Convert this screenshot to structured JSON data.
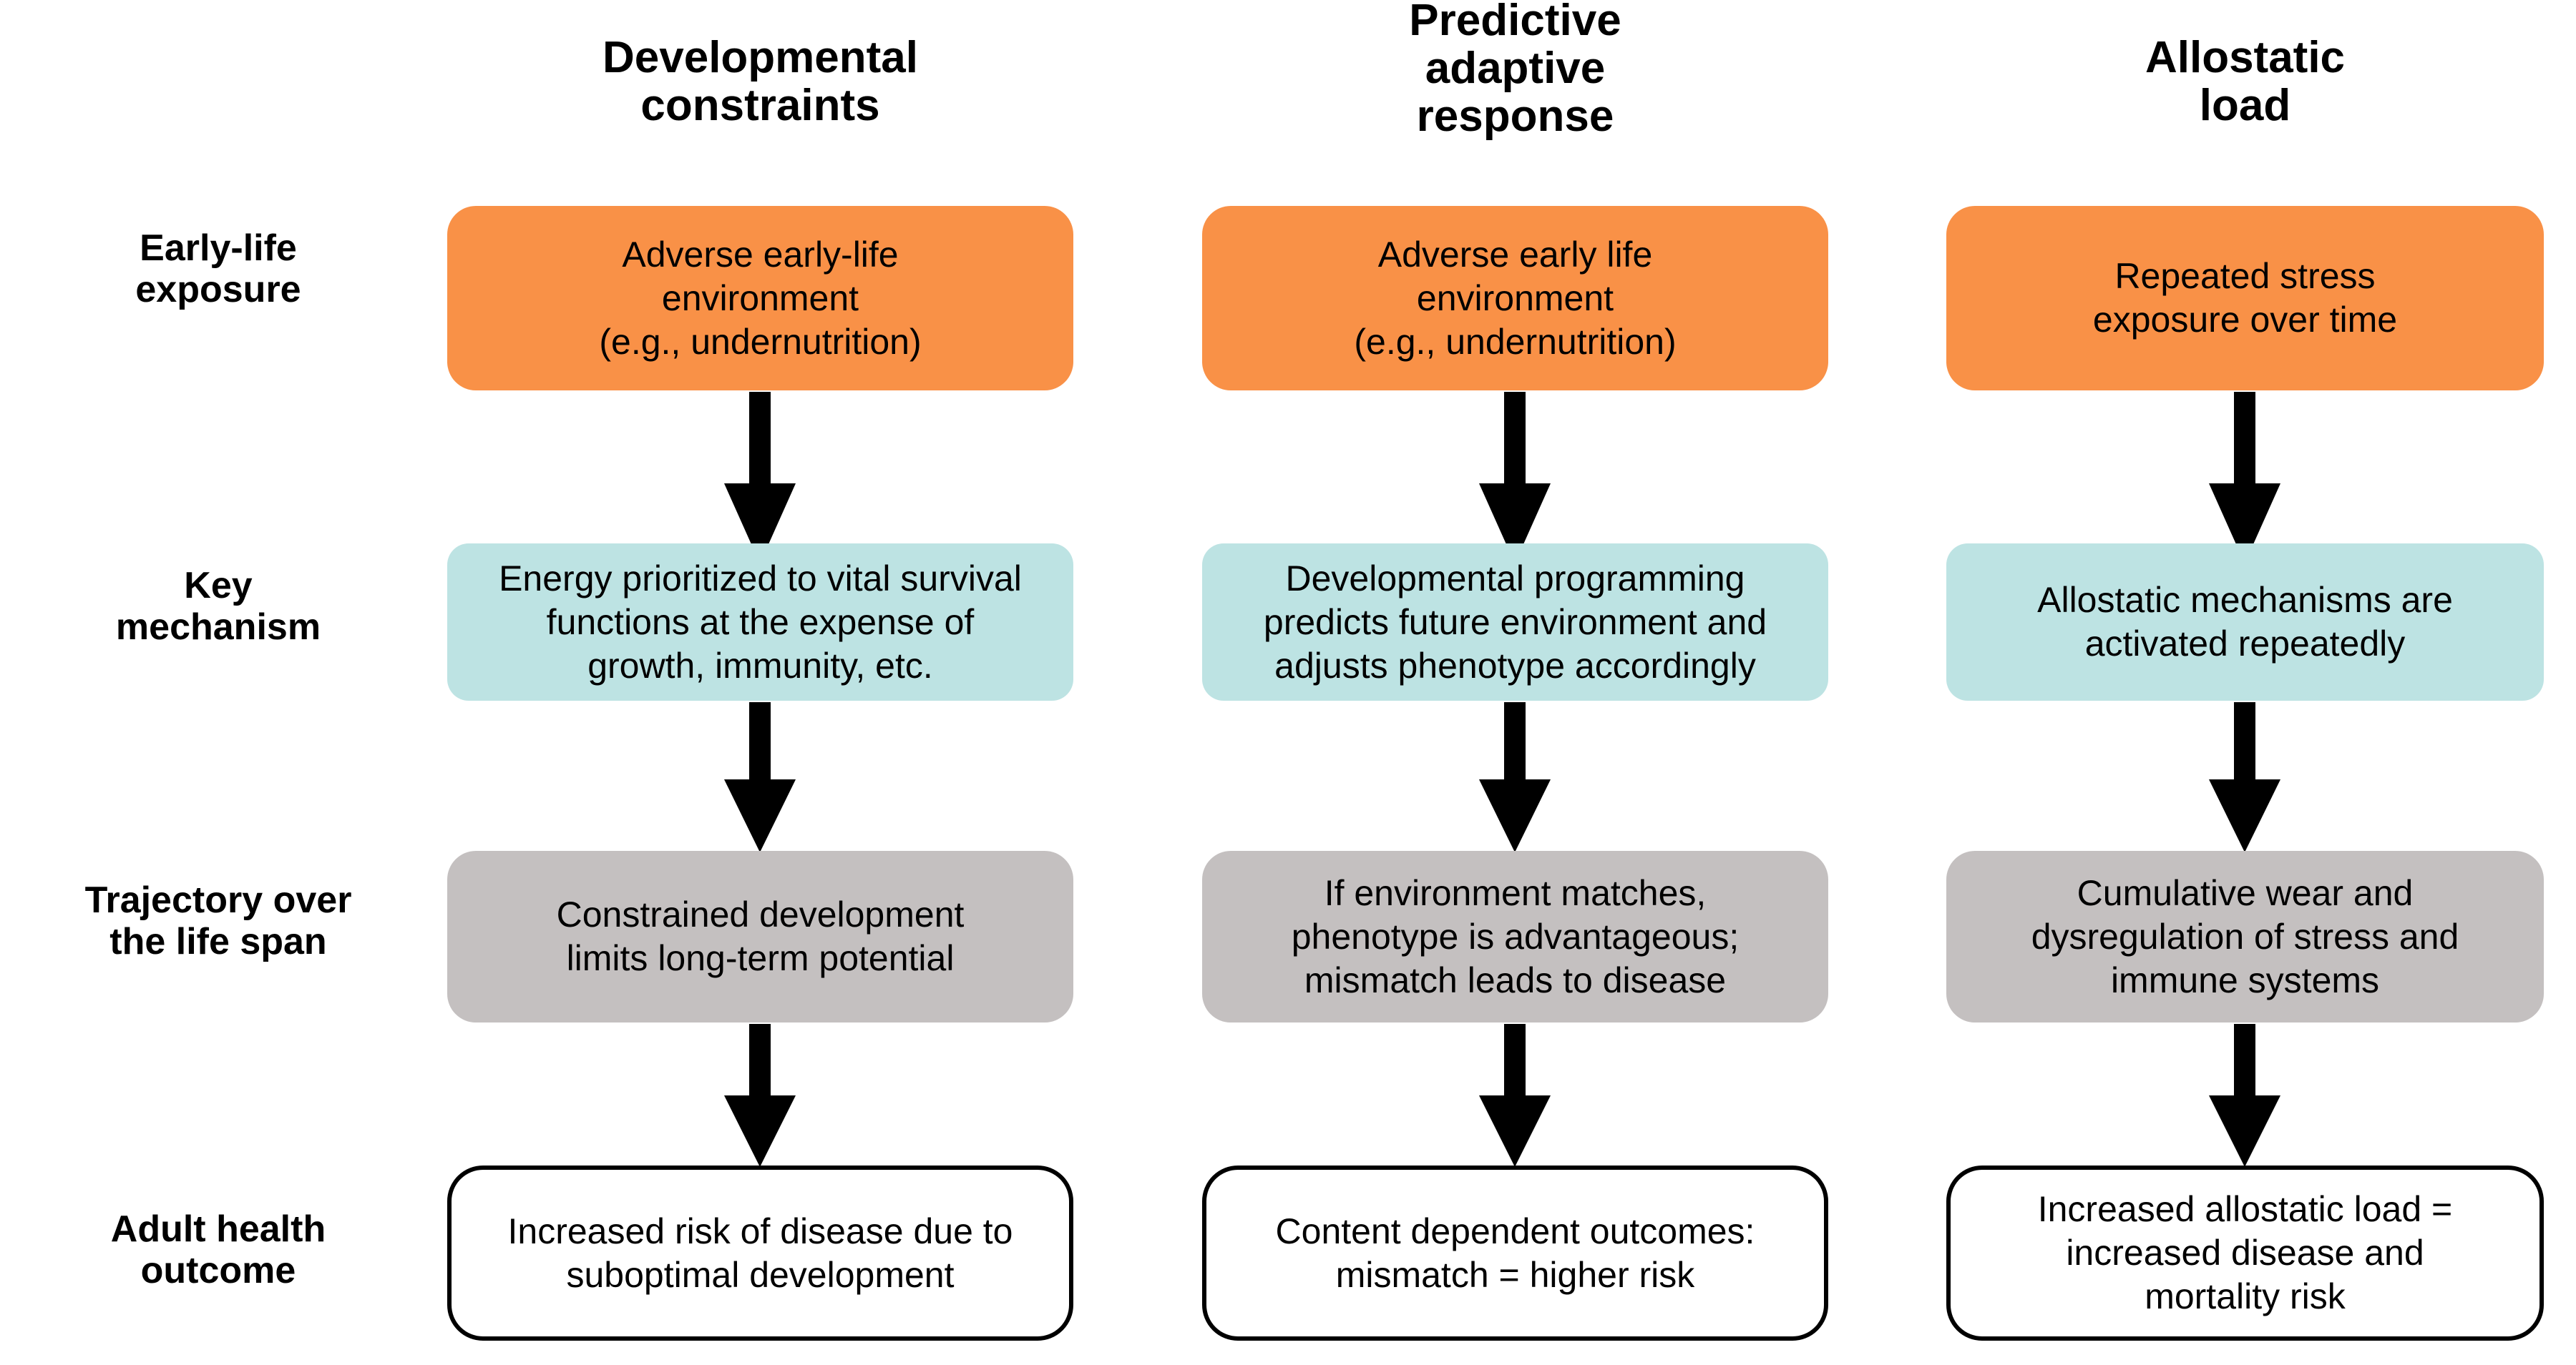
{
  "columns": [
    {
      "title": "Developmental\nconstraints"
    },
    {
      "title": "Predictive\nadaptive\nresponse"
    },
    {
      "title": "Allostatic\nload"
    }
  ],
  "rows": [
    {
      "label": "Early-life\nexposure"
    },
    {
      "label": "Key\nmechanism"
    },
    {
      "label": "Trajectory over\nthe life span"
    },
    {
      "label": "Adult health\noutcome"
    }
  ],
  "cells": {
    "exposure": [
      "Adverse early-life\nenvironment\n(e.g., undernutrition)",
      "Adverse early life\nenvironment\n(e.g., undernutrition)",
      "Repeated stress\nexposure over time"
    ],
    "mechanism": [
      "Energy prioritized to vital survival\nfunctions at the expense of\ngrowth, immunity, etc.",
      "Developmental programming\npredicts future environment and\nadjusts phenotype accordingly",
      "Allostatic mechanisms are\nactivated repeatedly"
    ],
    "trajectory": [
      "Constrained development\nlimits long-term potential",
      "If environment matches,\nphenotype is advantageous;\nmismatch leads to disease",
      "Cumulative wear and\ndysregulation of stress and\nimmune systems"
    ],
    "outcome": [
      "Increased risk of disease due to\nsuboptimal development",
      "Content dependent outcomes:\nmismatch = higher risk",
      "Increased allostatic load =\nincreased disease and\nmortality risk"
    ]
  },
  "colors": {
    "exposure_fill": "#f99147",
    "mechanism_fill": "#bde3e3",
    "trajectory_fill": "#c4c0c0",
    "outcome_fill": "#ffffff",
    "outcome_border": "#000000",
    "arrow": "#000000",
    "text": "#000000",
    "background": "#ffffff"
  }
}
